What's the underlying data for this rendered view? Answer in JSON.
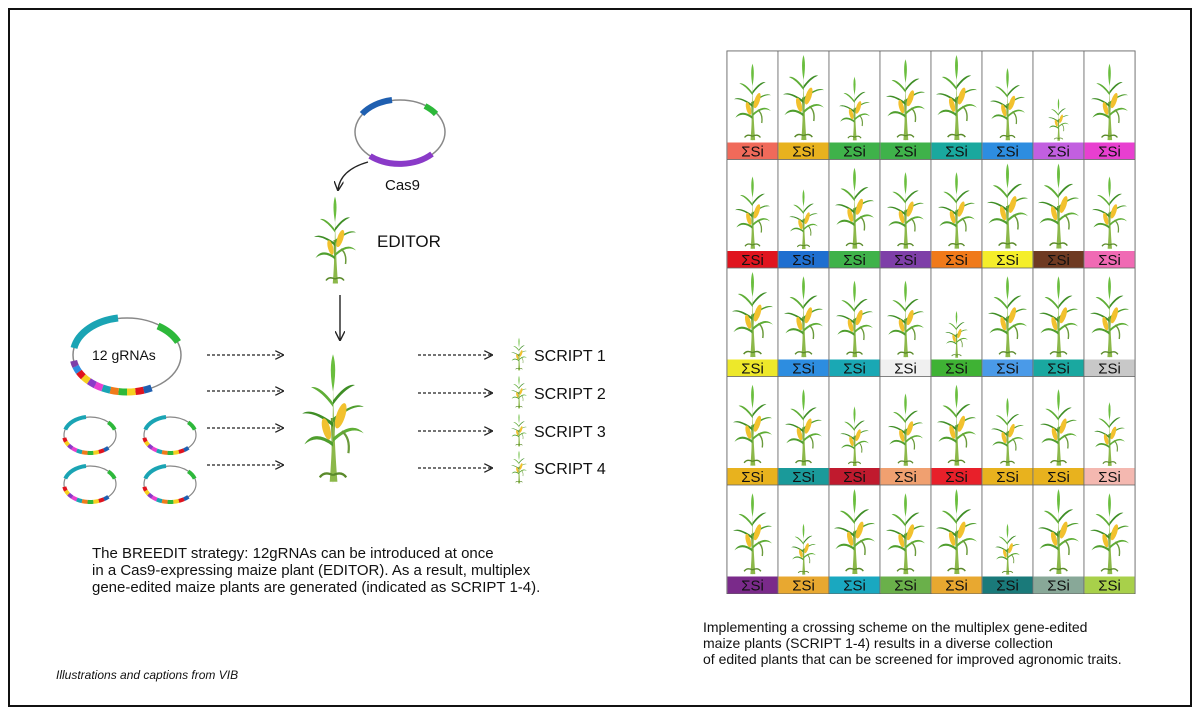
{
  "labels": {
    "cas9": "Cas9",
    "editor": "EDITOR",
    "grnas": "12 gRNAs",
    "scripts": [
      "SCRIPT 1",
      "SCRIPT 2",
      "SCRIPT 3",
      "SCRIPT 4"
    ]
  },
  "caption_left": [
    "The BREEDIT strategy: 12gRNAs can be introduced at once",
    "in a Cas9-expressing maize plant (EDITOR). As a result, multiplex",
    "gene-edited maize plants are generated (indicated as SCRIPT 1-4)."
  ],
  "caption_right": [
    "Implementing a crossing scheme on the multiplex gene-edited",
    "maize plants (SCRIPT 1-4) results in a diverse collection",
    "of edited plants that can be screened for improved agronomic traits."
  ],
  "credit": "Illustrations and captions from VIB",
  "grid": {
    "cell_label": "ΣSi",
    "rows": [
      {
        "colors": [
          "#f06a5a",
          "#e8b21e",
          "#3fb24a",
          "#3fb24a",
          "#1aa89e",
          "#2d8de0",
          "#c25fe0",
          "#e83fd0"
        ],
        "sizes": [
          0.9,
          1.0,
          0.75,
          0.95,
          1.0,
          0.85,
          0.5,
          0.9
        ]
      },
      {
        "colors": [
          "#e0141e",
          "#1f6fd0",
          "#3fb24a",
          "#7e3fa8",
          "#f07a1a",
          "#f5ee2a",
          "#6e3a22",
          "#f06ab4"
        ],
        "sizes": [
          0.85,
          0.7,
          0.95,
          0.9,
          0.9,
          1.0,
          1.0,
          0.85
        ]
      },
      {
        "colors": [
          "#ede82a",
          "#2d8de0",
          "#1aa8b4",
          "#f0f0f0",
          "#3fb234",
          "#4a9ae8",
          "#1aa8a0",
          "#c8c8c8"
        ],
        "sizes": [
          1.0,
          0.95,
          0.9,
          0.9,
          0.55,
          0.95,
          0.95,
          0.95
        ]
      },
      {
        "colors": [
          "#e8b21e",
          "#1a9a9a",
          "#c01a2e",
          "#f0a070",
          "#e8202a",
          "#e8b21e",
          "#e8b21e",
          "#f4b8b0"
        ],
        "sizes": [
          0.95,
          0.9,
          0.7,
          0.85,
          0.95,
          0.8,
          0.9,
          0.75
        ]
      },
      {
        "colors": [
          "#7a2a8a",
          "#e8a830",
          "#1aa8c0",
          "#6ab04a",
          "#e8a830",
          "#1a7a7a",
          "#88a898",
          "#a8d04a"
        ],
        "sizes": [
          0.95,
          0.6,
          1.0,
          0.95,
          1.0,
          0.6,
          1.0,
          0.95
        ]
      }
    ]
  }
}
